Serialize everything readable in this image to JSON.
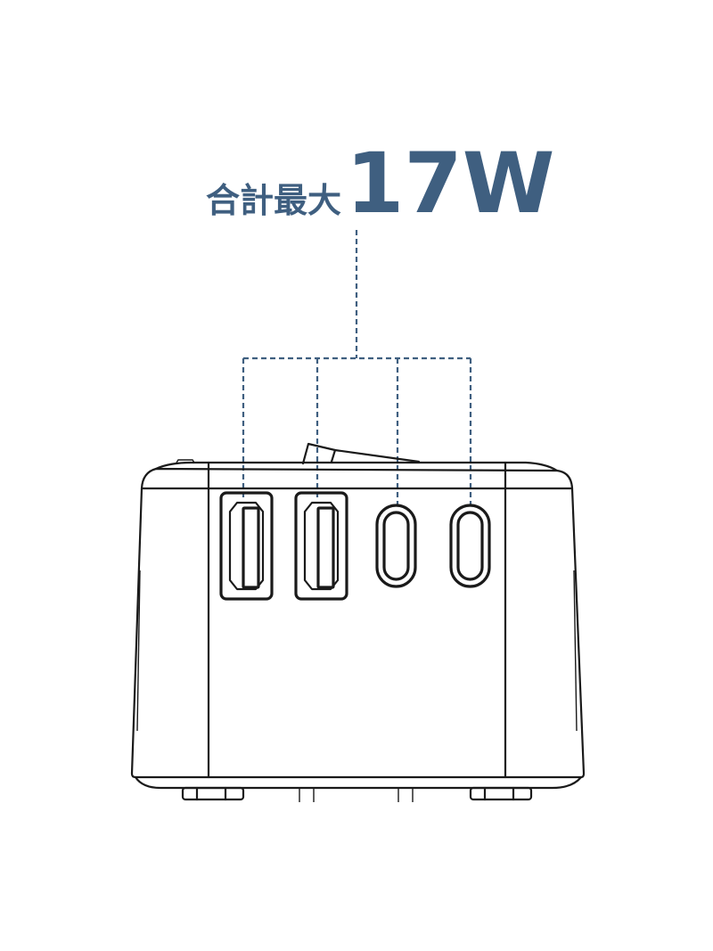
{
  "headline": {
    "label": "合計最大",
    "value": "17W",
    "color": "#3f5f80"
  },
  "diagram": {
    "line_color": "#1a1a1a",
    "connector_color": "#3f5f80",
    "ports": [
      {
        "type": "usb-a",
        "icon": "usb-a-port-icon"
      },
      {
        "type": "usb-a",
        "icon": "usb-a-port-icon"
      },
      {
        "type": "usb-c",
        "icon": "usb-c-port-icon"
      },
      {
        "type": "usb-c",
        "icon": "usb-c-port-icon"
      }
    ]
  }
}
